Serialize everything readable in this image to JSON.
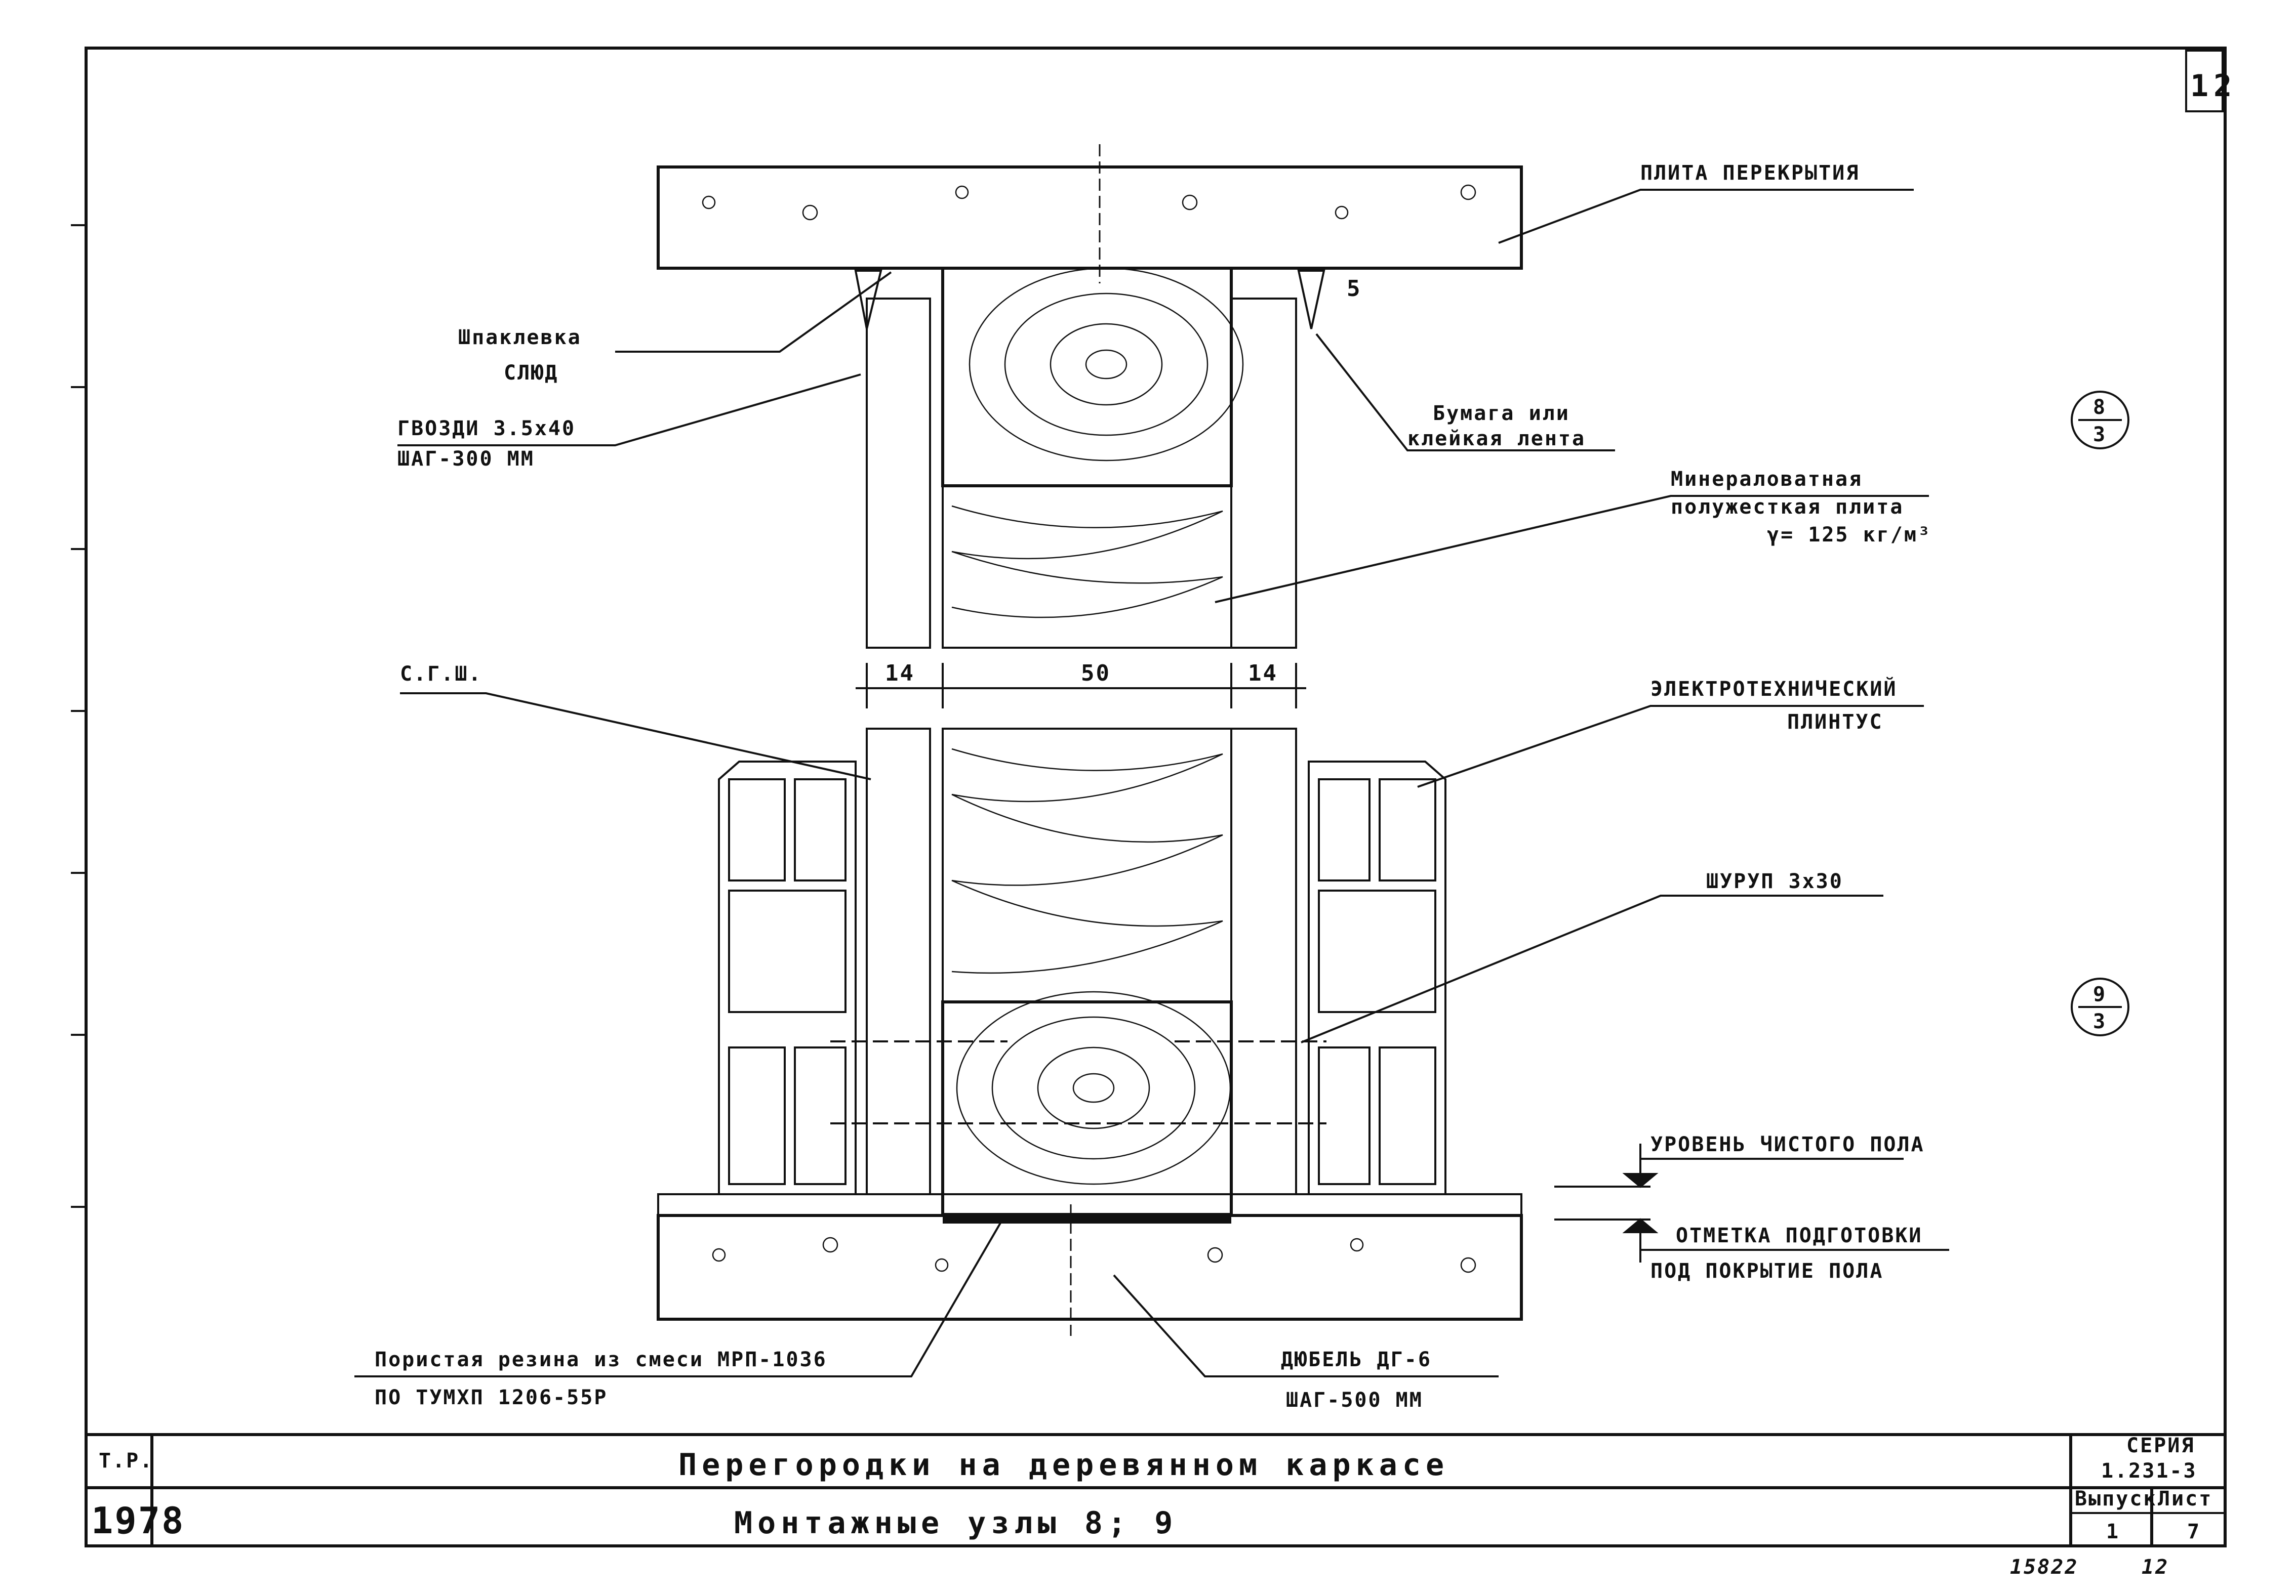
{
  "sheet": {
    "number": "12",
    "footer_code": "15822",
    "footer_sheet": "12"
  },
  "callouts": {
    "slab": "ПЛИТА ПЕРЕКРЫТИЯ",
    "putty_line1": "Шпаклевка",
    "putty_line2": "СЛЮД",
    "nails_line1": "ГВОЗДИ 3.5x40",
    "nails_line2": "ШАГ-300 ММ",
    "paper_line1": "Бумага или",
    "paper_line2": "клейкая лента",
    "wool_line1": "Минераловатная",
    "wool_line2": "полужесткая плита",
    "wool_line3": "γ= 125 кг/м³",
    "gypsum": "С.Г.Ш.",
    "electric_line1": "ЭЛЕКТРОТЕХНИЧЕСКИЙ",
    "electric_line2": "ПЛИНТУС",
    "screw": "ШУРУП 3x30",
    "floor_level": "УРОВЕНЬ ЧИСТОГО ПОЛА",
    "prep_line1": "ОТМЕТКА ПОДГОТОВКИ",
    "prep_line2": "ПОД ПОКРЫТИЕ ПОЛА",
    "rubber_line1": "Пористая резина из смеси МРП-1036",
    "rubber_line2": "ПО ТУМХП 1206-55Р",
    "dowel_line1": "ДЮБЕЛЬ ДГ-6",
    "dowel_line2": "ШАГ-500 ММ"
  },
  "dimensions": {
    "left": "14",
    "middle": "50",
    "right": "14",
    "gap": "5"
  },
  "node_refs": [
    {
      "num": "8",
      "den": "3"
    },
    {
      "num": "9",
      "den": "3"
    }
  ],
  "title_block": {
    "tr": "Т.Р.",
    "year": "1978",
    "title": "Перегородки на деревянном каркасе",
    "subtitle": "Монтажные узлы 8; 9",
    "series_label": "СЕРИЯ",
    "series_value": "1.231-3",
    "issue_label": "Выпуск",
    "issue_value": "1",
    "sheet_label": "Лист",
    "sheet_value": "7"
  }
}
